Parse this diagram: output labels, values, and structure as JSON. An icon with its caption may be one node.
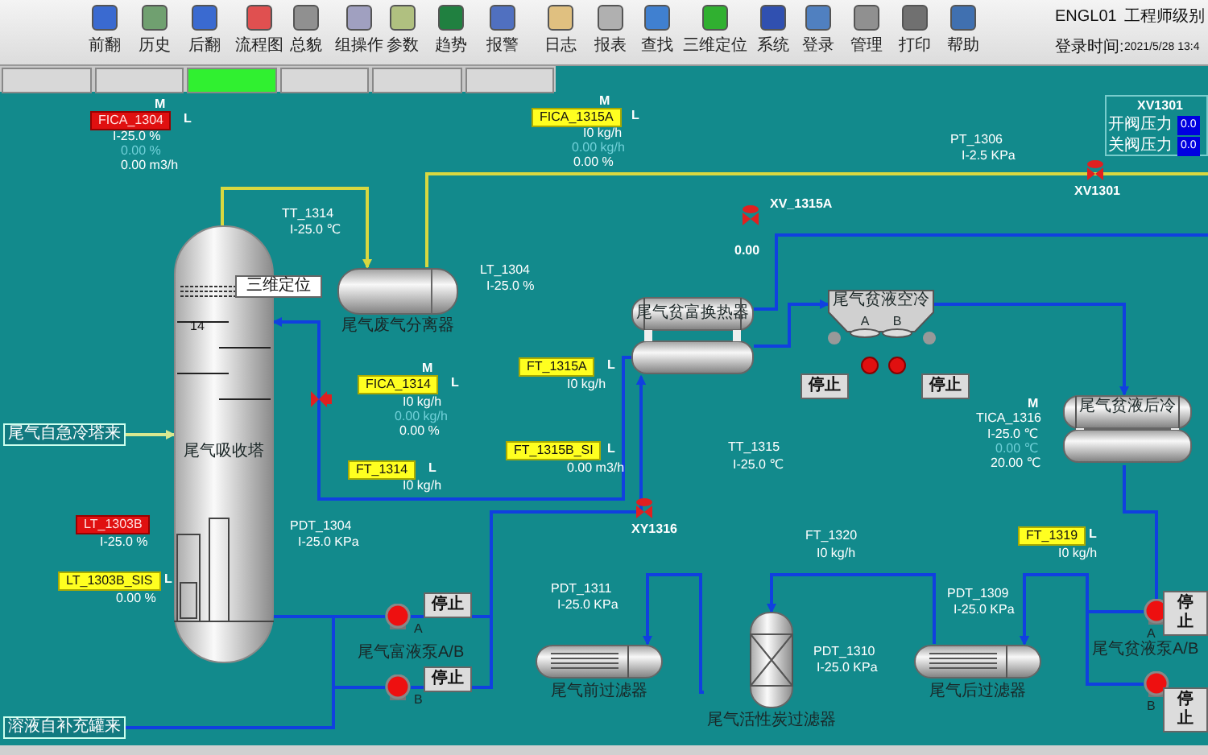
{
  "diagram": {
    "nodes": [
      {
        "text": [
          "尾气吸收塔"
        ]
      },
      {
        "text": [
          "尾气废气分离器"
        ]
      },
      {
        "text": [
          "尾气贫富换热器"
        ]
      },
      {
        "text": [
          "尾气贫液空冷",
          "A",
          "B"
        ]
      },
      {
        "text": [
          "尾气贫液后冷"
        ]
      },
      {
        "text": [],
        "shape": "circle",
        "beside": [
          "A"
        ]
      },
      {
        "text": [],
        "shape": "circle",
        "beside": [
          "B"
        ]
      },
      {
        "text": [
          "尾气前过滤器"
        ]
      },
      {
        "text": [
          "尾气活性炭过滤器"
        ]
      },
      {
        "text": [
          "尾气后过滤器"
        ]
      },
      {
        "text": [],
        "shape": "circle",
        "beside": [
          "A"
        ]
      },
      {
        "text": [],
        "shape": "circle",
        "beside": [
          "B"
        ]
      },
      {
        "text": [
          "尾气自急冷塔来"
        ]
      },
      {
        "text": [
          "溶液自补充罐来"
        ]
      }
    ],
    "edges": [
      {
        "from": 12,
        "to": 0,
        "arrow": "to",
        "color": "#d8e890"
      },
      {
        "from": 0,
        "to": 1,
        "arrow": "to",
        "color": "#d8d840"
      },
      {
        "from": 1,
        "to": null,
        "arrow": "none",
        "color": "#d8d840"
      },
      {
        "from": 0,
        "to": 5,
        "arrow": "none"
      },
      {
        "from": 0,
        "to": 6,
        "arrow": "none"
      },
      {
        "from": 13,
        "to": 6,
        "arrow": "none"
      },
      {
        "from": 5,
        "to": 2,
        "arrow": "to"
      },
      {
        "from": 6,
        "to": 2,
        "arrow": "to"
      },
      {
        "from": 2,
        "to": 3,
        "arrow": "to"
      },
      {
        "from": 3,
        "to": 4,
        "arrow": "to"
      },
      {
        "from": 4,
        "to": 10,
        "arrow": "none"
      },
      {
        "from": 10,
        "to": 9,
        "arrow": "to"
      },
      {
        "from": 11,
        "to": 9,
        "arrow": "to"
      },
      {
        "from": 9,
        "to": 8,
        "arrow": "to"
      },
      {
        "from": 8,
        "to": 7,
        "arrow": "to"
      },
      {
        "from": 2,
        "to": 0,
        "arrow": "to"
      },
      {
        "from": 2,
        "to": null,
        "arrow": "none"
      }
    ],
    "labels": [
      "前翻",
      "历史",
      "后翻",
      "流程图",
      "总貌",
      "组操作",
      "参数",
      "趋势",
      "报警",
      "日志",
      "报表",
      "查找",
      "三维定位",
      "系统",
      "登录",
      "管理",
      "打印",
      "帮助",
      "ENGL01",
      "工程师级别",
      "登录时间:",
      "2021/5/28 13:4",
      "M",
      "FICA_1304",
      "L",
      "I-25.0 %",
      "0.00 %",
      "0.00 m3/h",
      "M",
      "FICA_1315A",
      "L",
      "I0 kg/h",
      "0.00 kg/h",
      "0.00 %",
      "PT_1306",
      "I-2.5 KPa",
      "XV1301",
      "开阀压力",
      "0.0",
      "关阀压力",
      "0.0",
      "XV1301",
      "XV_1315A",
      "0.00",
      "TT_1314",
      "I-25.0 ℃",
      "三维定位",
      "14",
      "LT_1304",
      "I-25.0 %",
      "M",
      "FICA_1314",
      "L",
      "I0 kg/h",
      "0.00 kg/h",
      "0.00 %",
      "FT_1315A",
      "L",
      "I0 kg/h",
      "停止",
      "停止",
      "M",
      "TICA_1316",
      "I-25.0 ℃",
      "0.00 ℃",
      "20.00 ℃",
      "FT_1315B_SI",
      "L",
      "0.00 m3/h",
      "TT_1315",
      "I-25.0 ℃",
      "FT_1314",
      "L",
      "I0 kg/h",
      "LT_1303B",
      "I-25.0 %",
      "PDT_1304",
      "I-25.0 KPa",
      "XY1316",
      "FT_1320",
      "I0 kg/h",
      "FT_1319",
      "L",
      "I0 kg/h",
      "LT_1303B_SIS",
      "L",
      "0.00 %",
      "PDT_1311",
      "I-25.0 KPa",
      "PDT_1309",
      "I-25.0 KPa",
      "停止",
      "停止",
      "PDT_1310",
      "I-25.0 KPa",
      "尾气富液泵A/B",
      "尾气贫液泵A/B",
      "停止",
      "停止"
    ]
  }
}
